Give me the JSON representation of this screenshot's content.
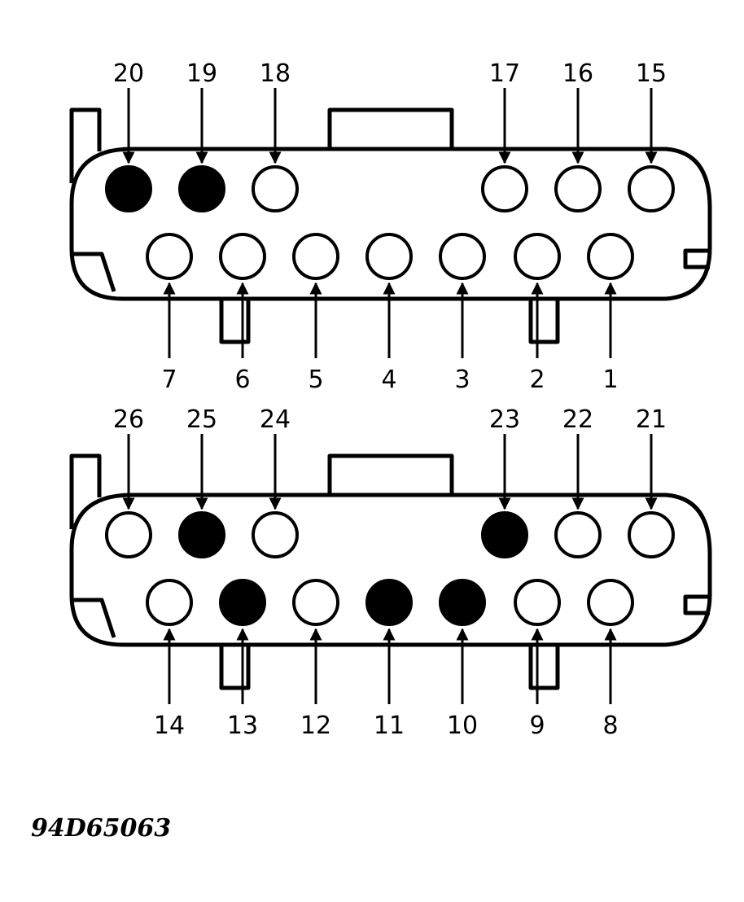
{
  "colors": {
    "ink": "#000000",
    "paper": "#ffffff"
  },
  "connectors": [
    {
      "name": "connector-upper",
      "pins": [
        {
          "num": "20",
          "row": "top",
          "filled": true
        },
        {
          "num": "19",
          "row": "top",
          "filled": true
        },
        {
          "num": "18",
          "row": "top",
          "filled": false
        },
        {
          "num": "17",
          "row": "top",
          "filled": false
        },
        {
          "num": "16",
          "row": "top",
          "filled": false
        },
        {
          "num": "15",
          "row": "top",
          "filled": false
        },
        {
          "num": "7",
          "row": "bottom",
          "filled": false
        },
        {
          "num": "6",
          "row": "bottom",
          "filled": false
        },
        {
          "num": "5",
          "row": "bottom",
          "filled": false
        },
        {
          "num": "4",
          "row": "bottom",
          "filled": false
        },
        {
          "num": "3",
          "row": "bottom",
          "filled": false
        },
        {
          "num": "2",
          "row": "bottom",
          "filled": false
        },
        {
          "num": "1",
          "row": "bottom",
          "filled": false
        }
      ]
    },
    {
      "name": "connector-lower",
      "pins": [
        {
          "num": "26",
          "row": "top",
          "filled": false
        },
        {
          "num": "25",
          "row": "top",
          "filled": true
        },
        {
          "num": "24",
          "row": "top",
          "filled": false
        },
        {
          "num": "23",
          "row": "top",
          "filled": true
        },
        {
          "num": "22",
          "row": "top",
          "filled": false
        },
        {
          "num": "21",
          "row": "top",
          "filled": false
        },
        {
          "num": "14",
          "row": "bottom",
          "filled": false
        },
        {
          "num": "13",
          "row": "bottom",
          "filled": true
        },
        {
          "num": "12",
          "row": "bottom",
          "filled": false
        },
        {
          "num": "11",
          "row": "bottom",
          "filled": true
        },
        {
          "num": "10",
          "row": "bottom",
          "filled": true
        },
        {
          "num": "9",
          "row": "bottom",
          "filled": false
        },
        {
          "num": "8",
          "row": "bottom",
          "filled": false
        }
      ]
    }
  ],
  "figure_id": "94D65063"
}
